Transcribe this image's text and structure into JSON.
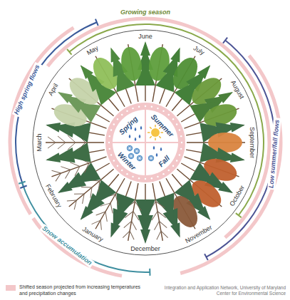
{
  "diagram": {
    "nodes": [
      {
        "text": [
          "Spring"
        ]
      },
      {
        "text": [
          "Summer"
        ]
      },
      {
        "text": [
          "Fall"
        ]
      },
      {
        "text": [
          "Winter"
        ]
      }
    ],
    "labels": [
      "High spring flows",
      "Growing season",
      "Low summer/fall flows",
      "Snow accumulation",
      "January",
      "February",
      "March",
      "April",
      "May",
      "June",
      "July",
      "August",
      "September",
      "October",
      "November",
      "December",
      "Integration and Application Network, University of Maryland Center for Environmental Science"
    ],
    "legend": [
      {
        "text": "Shifted season projected from increasing temperatures and precipitation changes",
        "color": "#f3c7c9"
      }
    ]
  }
}
